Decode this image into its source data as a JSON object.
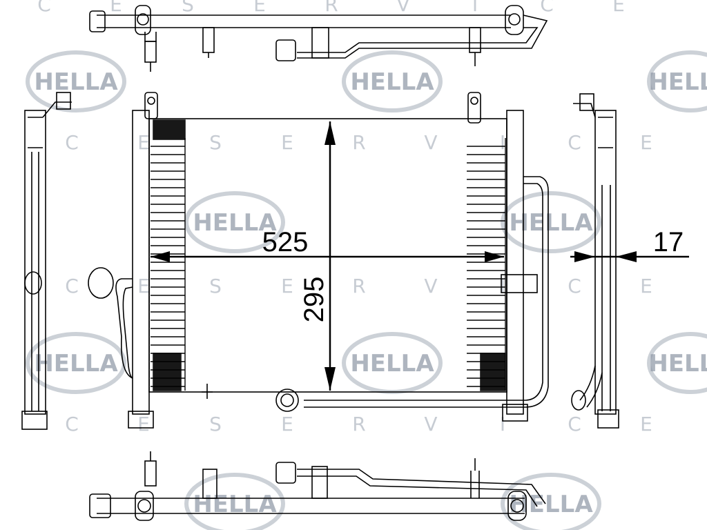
{
  "watermark": {
    "brand": "HELLA",
    "service_letters": [
      "C",
      "E",
      "S",
      "E",
      "R",
      "V",
      "I",
      "C",
      "E"
    ],
    "logo_color": "#8d96a4"
  },
  "dimensions": {
    "width": "525",
    "height": "295",
    "depth": "17"
  },
  "colors": {
    "line": "#000000",
    "watermark": "#9aa3b0"
  }
}
